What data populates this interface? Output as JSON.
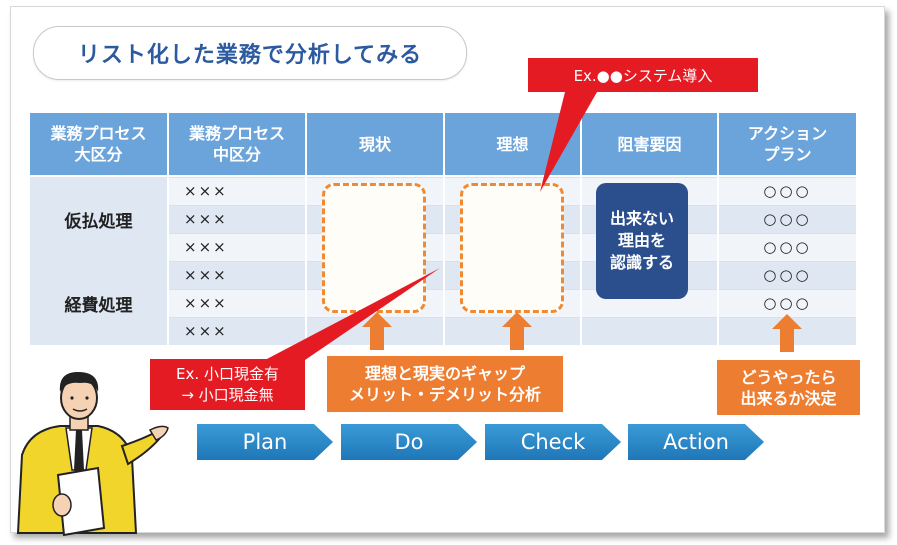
{
  "title": "リスト化した業務で分析してみる",
  "table": {
    "headers": [
      "業務プロセス大区分",
      "業務プロセス中区分",
      "現状",
      "理想",
      "阻害要因",
      "アクションプラン"
    ],
    "header_lines": [
      [
        "業務プロセス",
        "大区分"
      ],
      [
        "業務プロセス",
        "中区分"
      ],
      [
        "現状"
      ],
      [
        "理想"
      ],
      [
        "阻害要因"
      ],
      [
        "アクション",
        "プラン"
      ]
    ],
    "major_categories": [
      "仮払処理",
      "経費処理"
    ],
    "sub_rows": [
      "×××",
      "×××",
      "×××",
      "×××",
      "×××",
      "×××"
    ],
    "action_rows": [
      "○○○",
      "○○○",
      "○○○",
      "○○○",
      "○○○"
    ]
  },
  "blocker_lines": [
    "出来ない",
    "理由を",
    "認識する"
  ],
  "callouts": {
    "ideal_example": "Ex.●●システム導入",
    "current_example_lines": [
      "Ex. 小口現金有",
      "→ 小口現金無"
    ]
  },
  "gap_analysis_lines": [
    "理想と現実のギャップ",
    "メリット・デメリット分析"
  ],
  "action_decision_lines": [
    "どうやったら",
    "出来るか決定"
  ],
  "pdca": [
    "Plan",
    "Do",
    "Check",
    "Action"
  ],
  "colors": {
    "header_blue": "#6ba3db",
    "title_blue": "#2b5aa0",
    "orange": "#ed7d31",
    "red": "#e51b24",
    "navy": "#2b4e8c",
    "pdca_blue": "#2587c8"
  }
}
